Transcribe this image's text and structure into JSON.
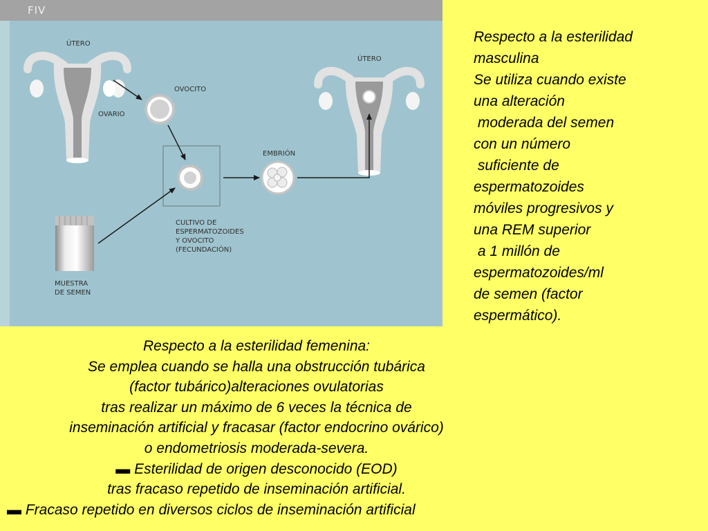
{
  "figure": {
    "title": "FIV",
    "labels": {
      "utero_left": "ÚTERO",
      "ovario": "OVARIO",
      "ovocito": "OVOCITO",
      "embrion": "EMBRIÓN",
      "utero_right": "ÚTERO",
      "cultivo": "CULTIVO DE\nESPERMATOZOIDES\nY OVOCITO\n(FECUNDACIÓN)",
      "muestra": "MUESTRA\nDE SEMEN"
    }
  },
  "male_text": [
    "Respecto a la esterilidad",
    "masculina",
    "Se utiliza cuando existe",
    "una alteración",
    " moderada del semen",
    "con un número",
    " suficiente de",
    "espermatozoides",
    "móviles progresivos y",
    "una REM superior",
    " a 1 millón de",
    "espermatozoides/ml",
    "de semen (factor",
    "espermático)."
  ],
  "female_text": [
    "Respecto a la esterilidad femenina:",
    "Se emplea cuando se halla una obstrucción tubárica",
    "(factor tubárico)alteraciones ovulatorias",
    "tras realizar un máximo de 6 veces la técnica de",
    "inseminación artificial y fracasar (factor endocrino ovárico)",
    "o endometriosis moderada-severa.",
    "Esterilidad de origen desconocido (EOD)",
    "tras fracaso repetido de inseminación artificial.",
    "Fracaso repetido en diversos ciclos de inseminación artificial"
  ],
  "bullet_symbol": "▬"
}
